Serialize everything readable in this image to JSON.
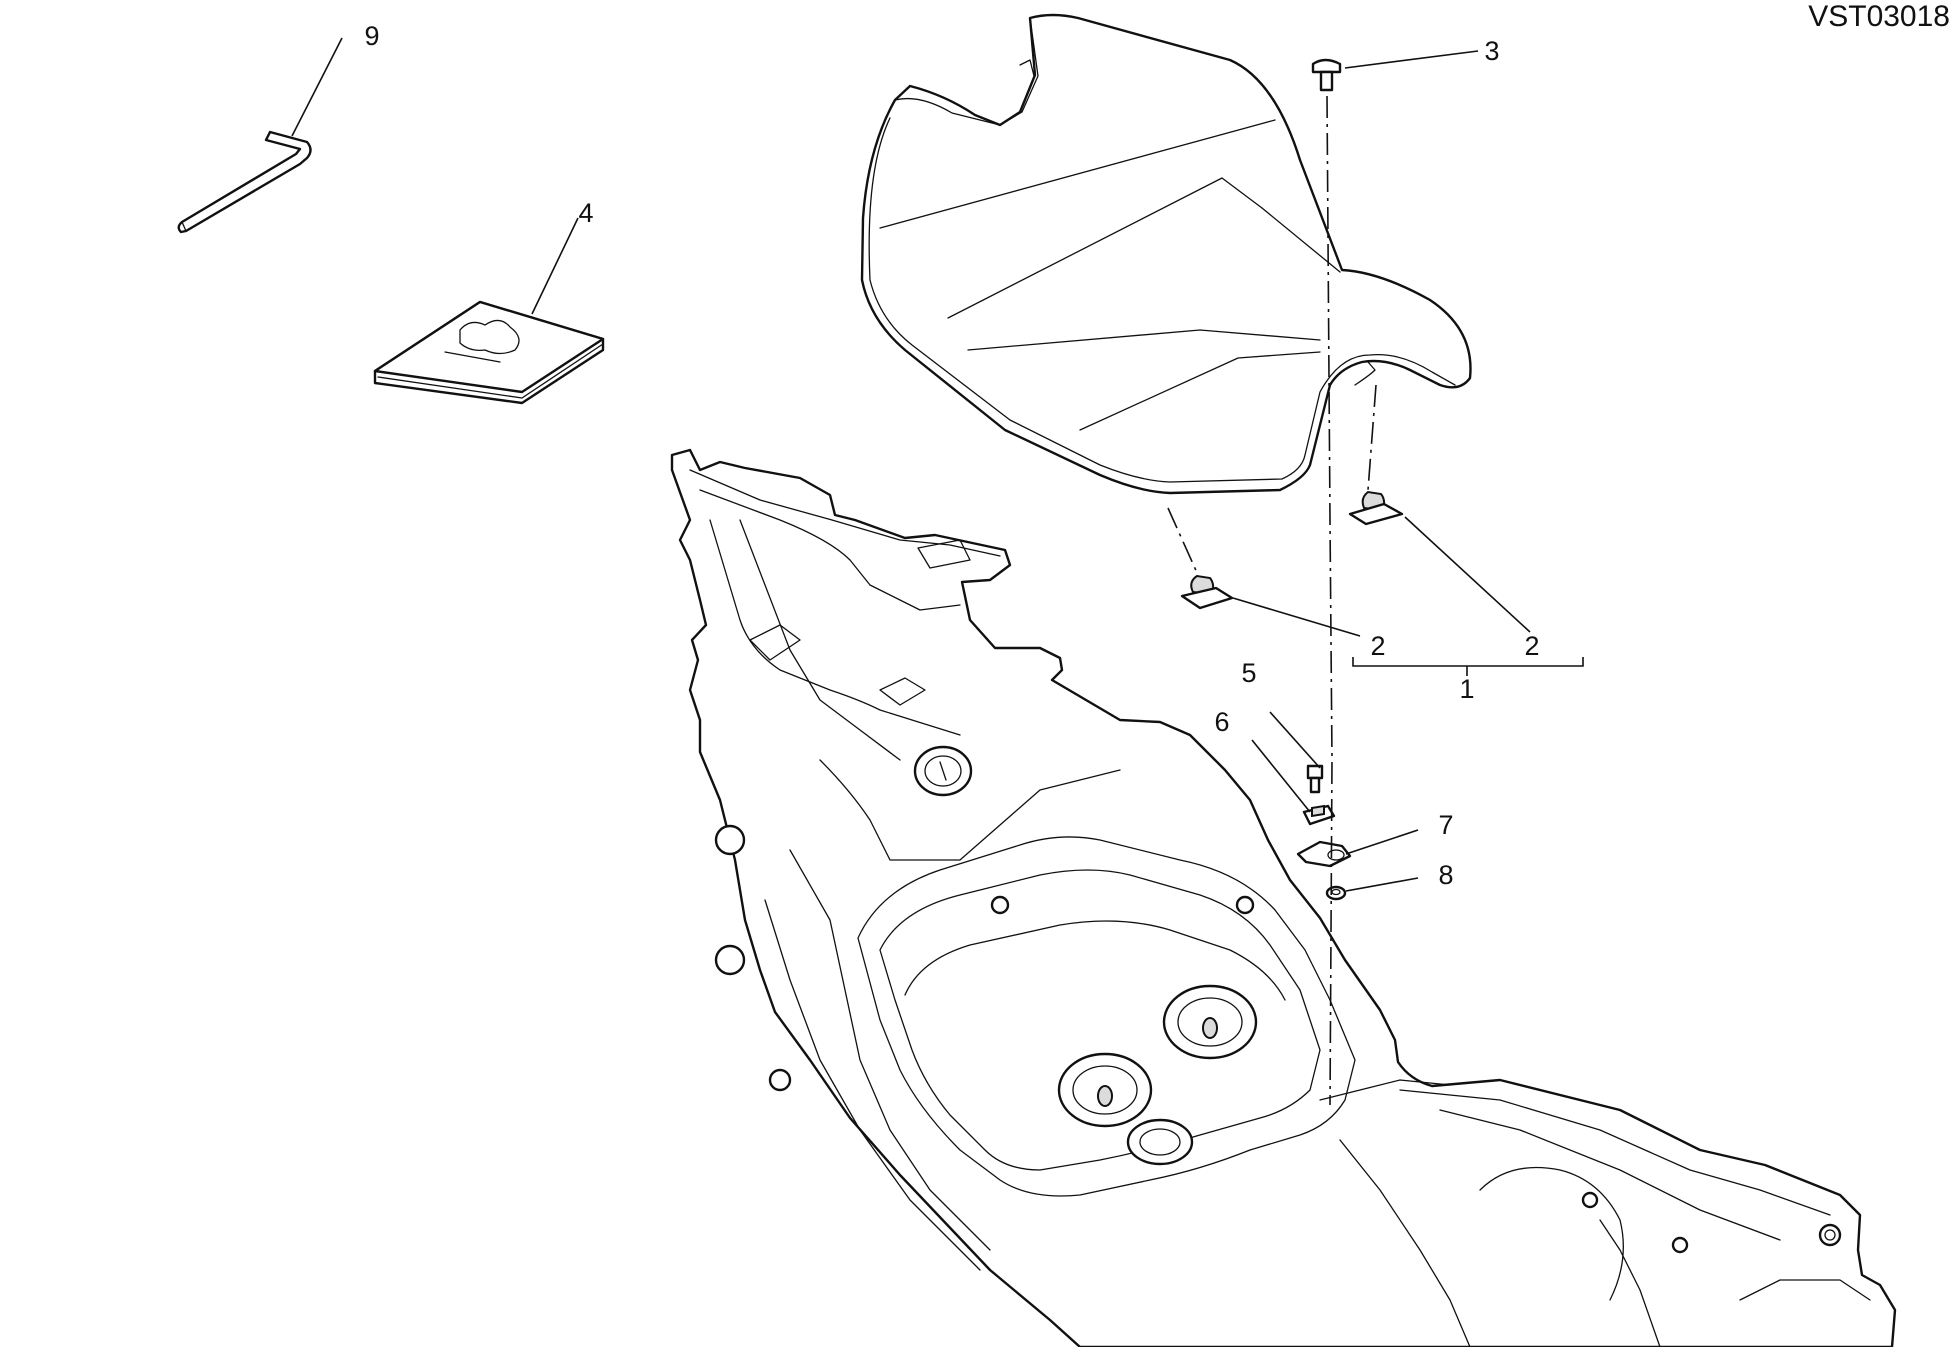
{
  "drawing": {
    "code": "VST03018"
  },
  "callouts": [
    {
      "id": "c1",
      "label": "1"
    },
    {
      "id": "c2a",
      "label": "2"
    },
    {
      "id": "c2b",
      "label": "2"
    },
    {
      "id": "c3",
      "label": "3"
    },
    {
      "id": "c4",
      "label": "4"
    },
    {
      "id": "c5",
      "label": "5"
    },
    {
      "id": "c6",
      "label": "6"
    },
    {
      "id": "c7",
      "label": "7"
    },
    {
      "id": "c8",
      "label": "8"
    },
    {
      "id": "c9",
      "label": "9"
    }
  ]
}
